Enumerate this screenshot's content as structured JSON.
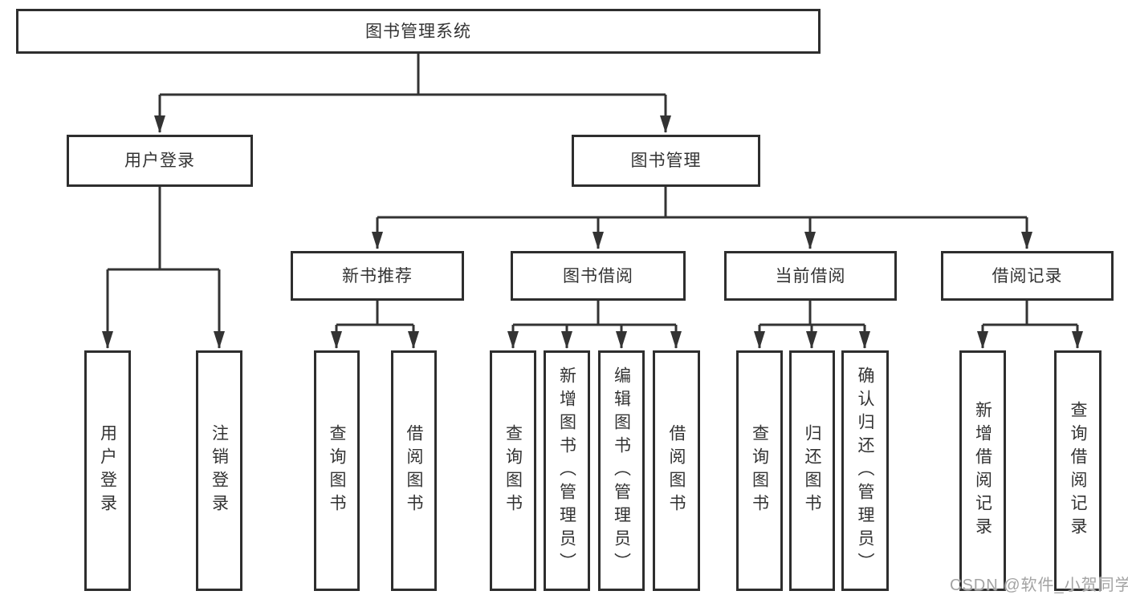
{
  "diagram": {
    "title": "图书管理系统",
    "root": {
      "label": "图书管理系统"
    },
    "level2": [
      {
        "id": "user-login",
        "label": "用户登录",
        "parent": "图书管理系统"
      },
      {
        "id": "book-management",
        "label": "图书管理",
        "parent": "图书管理系统"
      }
    ],
    "level3": [
      {
        "id": "new-book-recommend",
        "label": "新书推荐",
        "parent": "图书管理"
      },
      {
        "id": "book-borrowing",
        "label": "图书借阅",
        "parent": "图书管理"
      },
      {
        "id": "current-borrowing",
        "label": "当前借阅",
        "parent": "图书管理"
      },
      {
        "id": "borrowing-records",
        "label": "借阅记录",
        "parent": "图书管理"
      }
    ],
    "leaves": [
      {
        "label": "用户登录",
        "parent": "用户登录"
      },
      {
        "label": "注销登录",
        "parent": "用户登录"
      },
      {
        "label": "查询图书",
        "parent": "新书推荐"
      },
      {
        "label": "借阅图书",
        "parent": "新书推荐"
      },
      {
        "label": "查询图书",
        "parent": "图书借阅"
      },
      {
        "label": "新增图书（管理员）",
        "parent": "图书借阅"
      },
      {
        "label": "编辑图书（管理员）",
        "parent": "图书借阅"
      },
      {
        "label": "借阅图书",
        "parent": "图书借阅"
      },
      {
        "label": "查询图书",
        "parent": "当前借阅"
      },
      {
        "label": "归还图书",
        "parent": "当前借阅"
      },
      {
        "label": "确认归还（管理员）",
        "parent": "当前借阅"
      },
      {
        "label": "新增借阅记录",
        "parent": "借阅记录"
      },
      {
        "label": "查询借阅记录",
        "parent": "借阅记录"
      }
    ],
    "watermark": "CSDN @软件_小贺同学",
    "colors": {
      "line": "#333333",
      "box_border": "#2e2e2e",
      "text": "#333333",
      "watermark_text": "#a3a3a3",
      "background": "#ffffff"
    }
  }
}
